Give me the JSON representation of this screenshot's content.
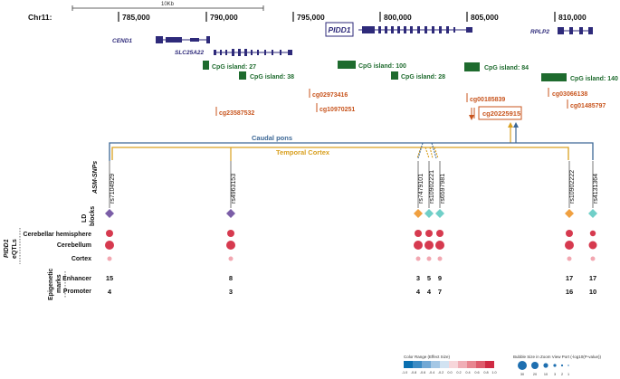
{
  "chromosome": "Chr11:",
  "scale_bar": "10Kb",
  "axis_ticks": [
    "785,000",
    "790,000",
    "795,000",
    "800,000",
    "805,000",
    "810,000"
  ],
  "genes": {
    "cend1": "CEND1",
    "slc25a22": "SLC25A22",
    "pidd1": "PIDD1",
    "rplp2": "RPLP2"
  },
  "cpg_islands": [
    "CpG island: 27",
    "CpG island: 38",
    "CpG island: 100",
    "CpG island: 28",
    "CpG island: 84",
    "CpG island: 140"
  ],
  "cpg_sites": [
    "cg23587532",
    "cg02973416",
    "cg10970251",
    "cg00185839",
    "cg20225915",
    "cg03066138",
    "cg01485797"
  ],
  "tissues": {
    "caudal_pons": "Caudal pons",
    "temporal_cortex": "Temporal Cortex"
  },
  "snps": [
    "rs7104929",
    "rs4963153",
    "rs7479101",
    "rs10902221",
    "rs6597981",
    "rs10902222",
    "rs4131364"
  ],
  "row_labels": {
    "asm_snps": "ASM-SNPs",
    "ld_blocks_1": "LD",
    "ld_blocks_2": "blocks",
    "eqtl_1": "PIDD1",
    "eqtl_2": "eQTLs",
    "cerebellar_hemisphere": "Cerebellar hemisphere",
    "cerebellum": "Cerebellum",
    "cortex": "Cortex",
    "epi_1": "Epigenetic",
    "epi_2": "marks",
    "enhancer": "Enhancer",
    "promoter": "Promoter"
  },
  "enhancer_counts": [
    "15",
    "8",
    "3",
    "5",
    "9",
    "17",
    "17"
  ],
  "promoter_counts": [
    "4",
    "3",
    "4",
    "4",
    "7",
    "16",
    "10"
  ],
  "legend": {
    "color_title": "Color Range (Effect Size)",
    "color_ticks": [
      "-1.0",
      "-0.8",
      "-0.6",
      "-0.4",
      "-0.2",
      "0.0",
      "0.2",
      "0.4",
      "0.6",
      "0.8",
      "1.0"
    ],
    "bubble_title": "Bubble Size in Zoom View Port (-log10(P-value))",
    "bubble_ticks": [
      "30",
      "20",
      "10",
      "3",
      "2",
      "1"
    ]
  },
  "colors": {
    "gene": "#2e2a7a",
    "cpg_island": "#1e6b2e",
    "cpg_site": "#c8551e",
    "caudal_pons": "#3d6896",
    "temporal_cortex": "#d9a020",
    "eqtl": "#d63a4f",
    "ld_purple": "#7b5ea7",
    "ld_orange": "#f0a040",
    "ld_teal": "#70cfc8"
  }
}
